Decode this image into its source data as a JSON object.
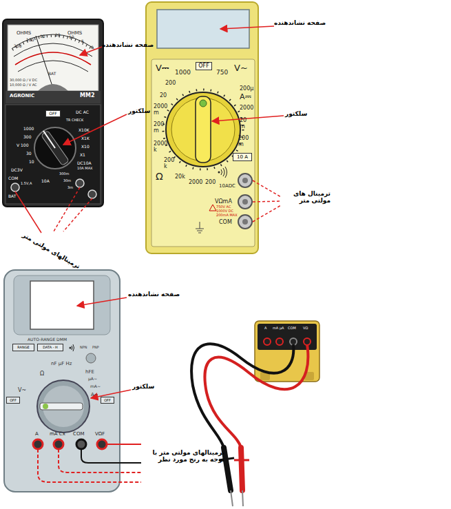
{
  "diagram": {
    "nodes": [
      {
        "text": [
          "OFF"
        ]
      },
      {
        "text": [
          "OFF"
        ]
      },
      {
        "text": [
          "10 A"
        ]
      },
      {
        "text": [
          "RANGE"
        ]
      },
      {
        "text": [
          "DATA - H"
        ]
      },
      {
        "text": [
          "OFF"
        ]
      },
      {
        "text": [
          "OFF"
        ]
      }
    ],
    "labels": [
      "صفحه نشاندهنده",
      "سلکتور",
      "ترمینالهای مولتی متر",
      "صفحه نشاندهنده",
      "سلکتور",
      "ترمینال های مولتی متر",
      "صفحه نشاندهنده",
      "سلکتور",
      "ترمینالهای مولتی متر با توجه به رنج مورد نظر",
      "OHMS",
      "OHMS",
      "200",
      "100",
      "50",
      "20",
      "10",
      "5",
      "0",
      "BAT",
      "30,000 Ω / V DC",
      "10,000 Ω / V AC",
      "AGRONIC",
      "MM2",
      "DC AC",
      "TR CHECK",
      "1000",
      "300",
      "V 100",
      "30",
      "10",
      "DC3V",
      "X10K",
      "X1K",
      "X10",
      "X1",
      "DC10A",
      "10A MAX",
      "COM",
      "BAT",
      "1.5V,A",
      "10A",
      "300m",
      "30m",
      "3m",
      "V⎓",
      "1000",
      "750",
      "V~",
      "200",
      "20",
      "2000 m",
      "200 m",
      "2000 k",
      "200 k",
      "20k",
      "2000",
      "200",
      "Ω",
      "200μ",
      "A⎓",
      "2000",
      "20 m",
      "200 m",
      "10ADC",
      "VΩmA",
      "750V AC 1000V DC 200mA MAX",
      "COM",
      "AUTO-RANGE DMM",
      "NPN",
      "PNP",
      "nF μF Hz",
      "hFE",
      "Ω",
      "μA~",
      "mA~",
      "V~",
      "A~",
      "A",
      "mA Cx",
      "COM",
      "VΩF",
      "A",
      "mA μA",
      "COM",
      "VΩ"
    ]
  }
}
